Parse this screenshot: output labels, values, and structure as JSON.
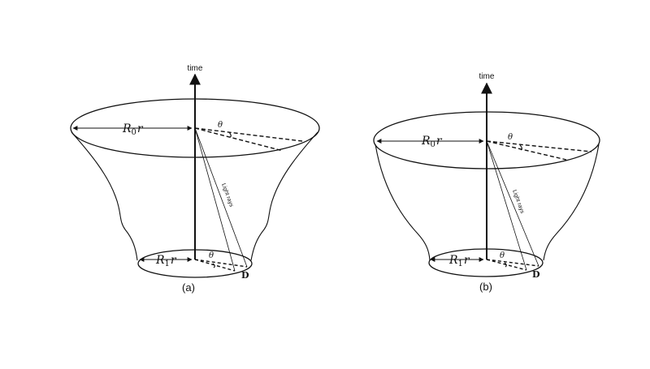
{
  "colors": {
    "ink": "#111111",
    "background": "#ffffff"
  },
  "panels": [
    {
      "id": "a",
      "caption": "(a)",
      "time_label": "time",
      "top_radius": {
        "symbol": "R",
        "subscript": "0",
        "suffix": "r"
      },
      "bottom_radius": {
        "symbol": "R",
        "subscript": "1",
        "suffix": "r"
      },
      "theta_top": "θ",
      "theta_bottom": "θ",
      "light_rays_label": "Light rays",
      "detector_label": "D"
    },
    {
      "id": "b",
      "caption": "(b)",
      "time_label": "time",
      "top_radius": {
        "symbol": "R",
        "subscript": "0",
        "suffix": "r"
      },
      "bottom_radius": {
        "symbol": "R",
        "subscript": "1",
        "suffix": "r"
      },
      "theta_top": "θ",
      "theta_bottom": "θ",
      "light_rays_label": "Light rays",
      "detector_label": "D"
    }
  ]
}
